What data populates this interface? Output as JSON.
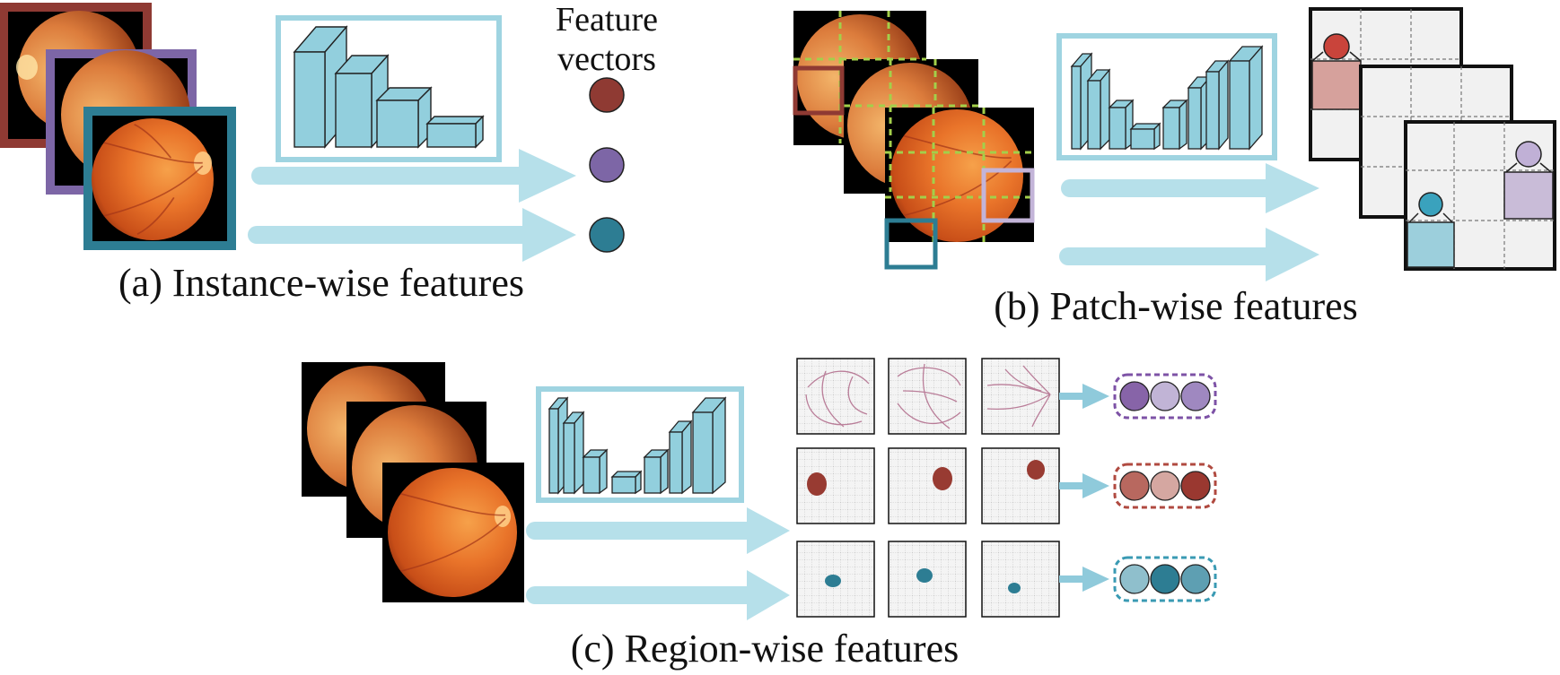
{
  "labels": {
    "feature_vectors_line1": "Feature",
    "feature_vectors_line2": "vectors",
    "caption_a": "(a) Instance-wise features",
    "caption_b": "(b) Patch-wise features",
    "caption_c": "(c) Region-wise features"
  },
  "colors": {
    "red": "#8f3a33",
    "purple": "#7d66a6",
    "teal": "#2d7d93",
    "network": "#92cfdd",
    "network_frame": "#9fd4e1",
    "arrow": "#b6e0ea",
    "patch_grid": "#a3cf4a",
    "vessel": "#b06a8a",
    "grid_bg": "#f1f1f1"
  },
  "icons": {
    "fundus": "retina-fundus-image",
    "encoder": "encoder-network-icon",
    "encoder_decoder": "unet-network-icon",
    "vector": "feature-vector-dot"
  }
}
